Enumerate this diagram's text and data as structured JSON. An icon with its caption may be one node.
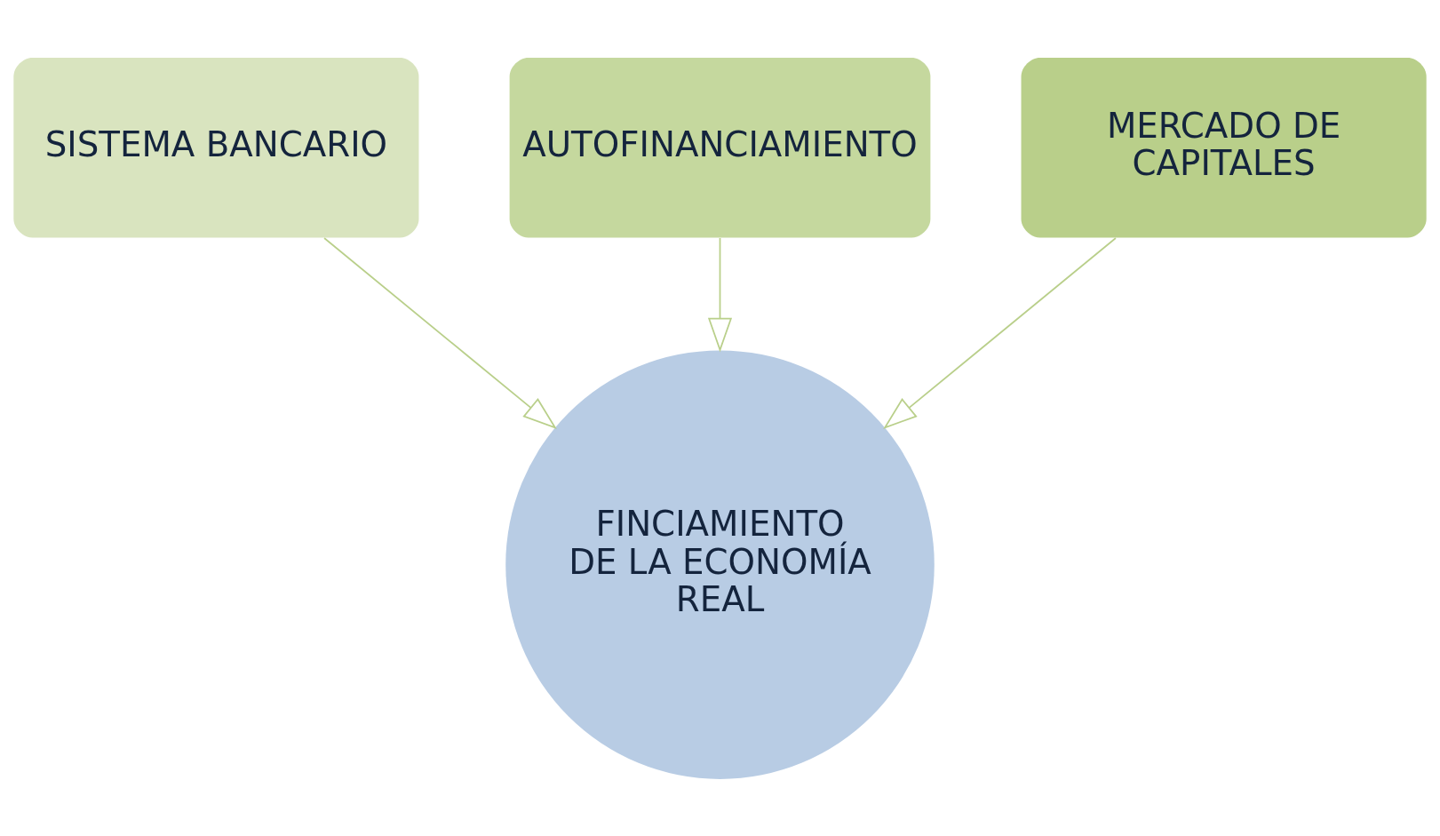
{
  "diagram": {
    "nodes": [
      {
        "text": [
          "AUTOFINANCIAMIENTO"
        ]
      },
      {
        "text": [
          "SISTEMA BANCARIO"
        ]
      },
      {
        "text": [
          "MERCADO DE CAPITALES"
        ]
      },
      {
        "text": [
          "FINCIAMIENTO DE LA ECONOMÍA REAL"
        ]
      }
    ],
    "edges": [
      {
        "from": 1,
        "to": 3,
        "arrow": "to"
      },
      {
        "from": 0,
        "to": 3,
        "arrow": "to"
      },
      {
        "from": 2,
        "to": 3,
        "arrow": "to"
      }
    ]
  }
}
